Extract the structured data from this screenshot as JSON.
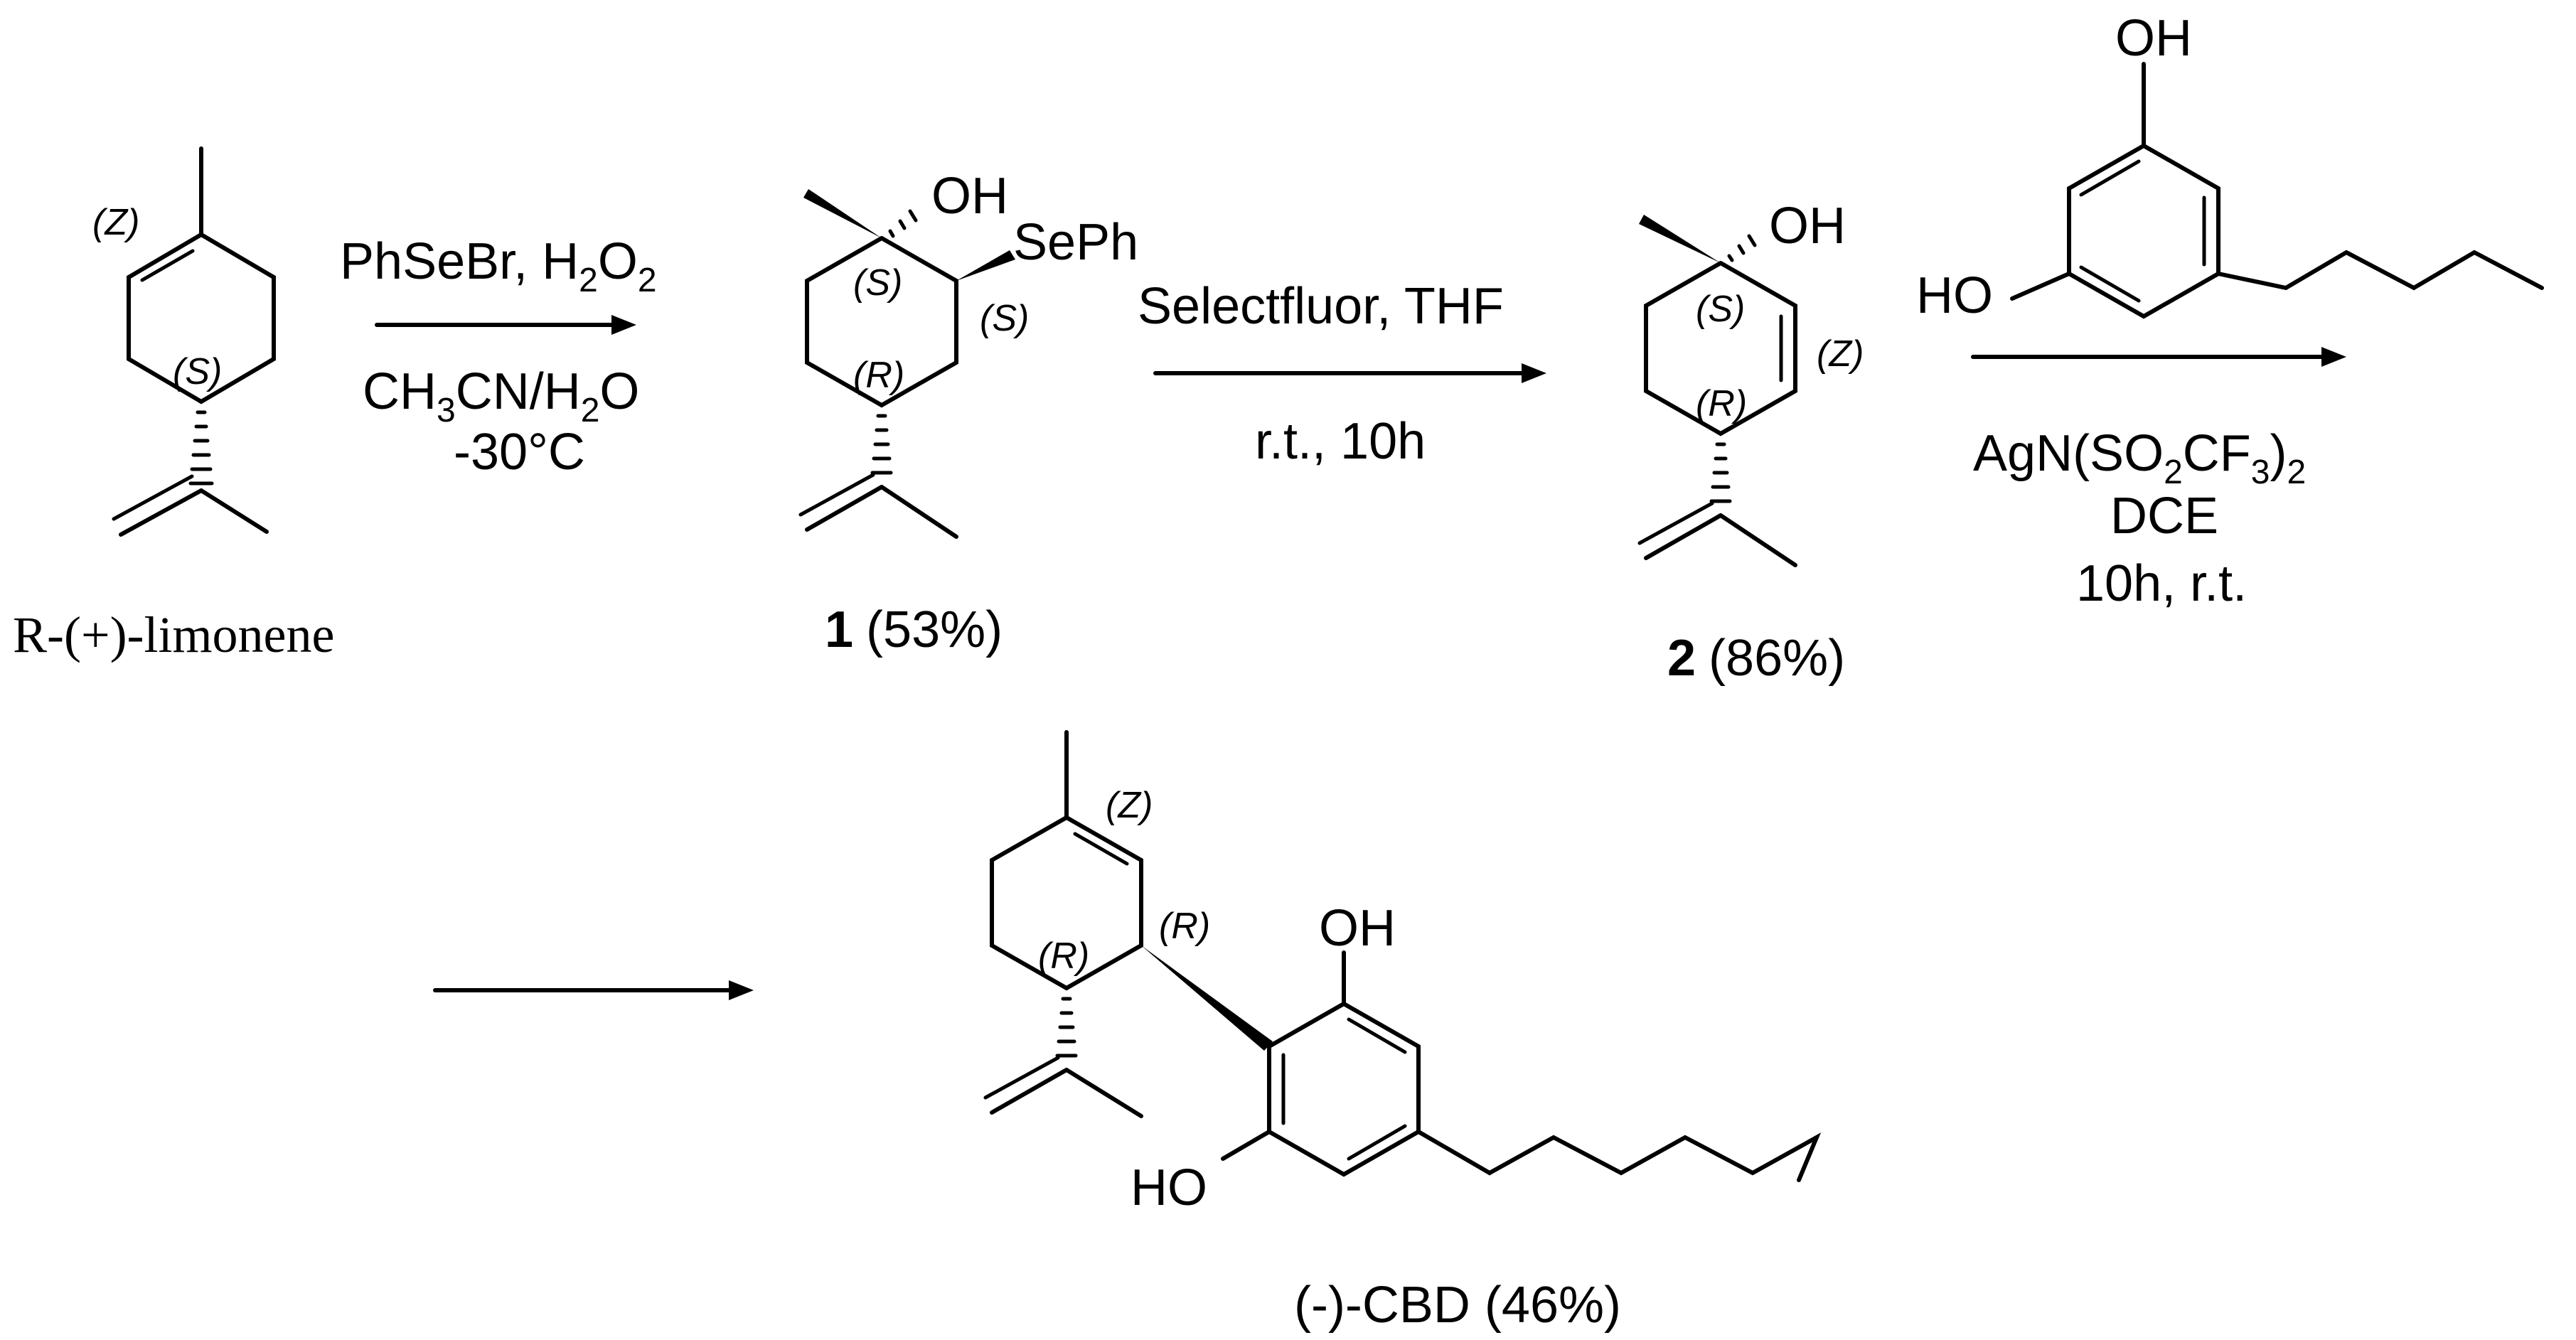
{
  "reaction_1": {
    "reagent_top": "PhSeBr, H",
    "reagent_top_sub": "2",
    "reagent_top_tail": "O",
    "reagent_top_sub2": "2",
    "solvent_a": "CH",
    "solvent_a_sub": "3",
    "solvent_b": "CN/H",
    "solvent_b_sub": "2",
    "solvent_c": "O",
    "temperature": "-30°C"
  },
  "reaction_2": {
    "reagent": "Selectfluor, THF",
    "conditions": "r.t., 10h"
  },
  "reaction_3": {
    "reagent_a": "AgN(SO",
    "reagent_a_sub": "2",
    "reagent_b": "CF",
    "reagent_b_sub": "3",
    "reagent_c": ")",
    "reagent_c_sub": "2",
    "solvent": "DCE",
    "conditions": "10h, r.t."
  },
  "limonene": {
    "name": "R-(+)-limonene",
    "stereo_z": "(Z)",
    "stereo_s": "(S)"
  },
  "compound_1": {
    "number": "1",
    "yield": "(53%)",
    "oh": "OH",
    "seph": "SePh",
    "stereo_s1": "(S)",
    "stereo_s2": "(S)",
    "stereo_r": "(R)"
  },
  "compound_2": {
    "number": "2",
    "yield": "(86%)",
    "oh": "OH",
    "stereo_s": "(S)",
    "stereo_z": "(Z)",
    "stereo_r": "(R)"
  },
  "olivetol": {
    "oh_top": "OH",
    "ho_left": "HO"
  },
  "cbd": {
    "name": "(-)-CBD (46%)",
    "stereo_z": "(Z)",
    "stereo_r1": "(R)",
    "stereo_r2": "(R)",
    "oh": "OH",
    "ho": "HO"
  }
}
